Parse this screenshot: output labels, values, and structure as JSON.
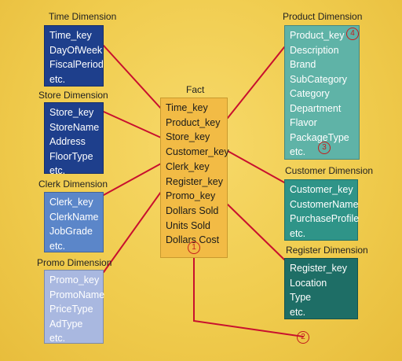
{
  "fact": {
    "title": "Fact",
    "fields": [
      "Time_key",
      "Product_key",
      "Store_key",
      "Customer_key",
      "Clerk_key",
      "Register_key",
      "Promo_key",
      "Dollars Sold",
      "Units Sold",
      "Dollars Cost"
    ]
  },
  "dimensions": {
    "time": {
      "title": "Time Dimension",
      "fields": [
        "Time_key",
        "DayOfWeek",
        "FiscalPeriod",
        "etc."
      ]
    },
    "store": {
      "title": "Store Dimension",
      "fields": [
        "Store_key",
        "StoreName",
        "Address",
        "FloorType",
        "etc."
      ]
    },
    "clerk": {
      "title": "Clerk Dimension",
      "fields": [
        "Clerk_key",
        "ClerkName",
        "JobGrade",
        "etc."
      ]
    },
    "promo": {
      "title": "Promo Dimension",
      "fields": [
        "Promo_key",
        "PromoName",
        "PriceType",
        "AdType",
        "etc."
      ]
    },
    "product": {
      "title": "Product Dimension",
      "fields": [
        "Product_key",
        "Description",
        "Brand",
        "SubCategory",
        "Category",
        "Department",
        "Flavor",
        "PackageType",
        "etc."
      ]
    },
    "customer": {
      "title": "Customer Dimension",
      "fields": [
        "Customer_key",
        "CustomerName",
        "PurchaseProfile",
        "etc."
      ]
    },
    "register": {
      "title": "Register Dimension",
      "fields": [
        "Register_key",
        "Location",
        "Type",
        "etc."
      ]
    }
  },
  "markers": [
    "1",
    "2",
    "3",
    "4"
  ],
  "colors": {
    "link_line": "#c8102e",
    "marker": "#c41e1e"
  }
}
